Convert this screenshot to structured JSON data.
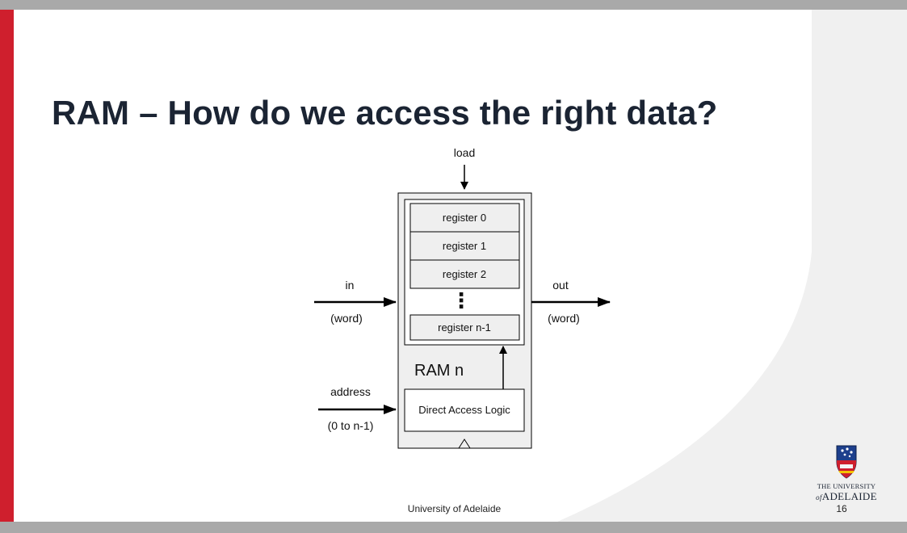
{
  "slide": {
    "title": "RAM – How do we access the right data?",
    "footer": "University of Adelaide",
    "page_number": "16"
  },
  "diagram": {
    "load_label": "load",
    "in_label": "in",
    "in_sub": "(word)",
    "out_label": "out",
    "out_sub": "(word)",
    "address_label": "address",
    "address_sub": "(0 to n-1)",
    "registers": [
      "register 0",
      "register 1",
      "register 2"
    ],
    "last_register": "register n-1",
    "ellipsis": "⋮",
    "ram_label": "RAM n",
    "logic_label": "Direct Access Logic"
  },
  "logo": {
    "line1": "THE UNIVERSITY",
    "line2_prefix": "of",
    "line2": "ADELAIDE",
    "crest_icon": "university-crest-icon"
  },
  "colors": {
    "accent_red": "#cf1f2d",
    "title_navy": "#1b2433",
    "frame_gray": "#a9a9a9",
    "ram_fill": "#efefef"
  }
}
